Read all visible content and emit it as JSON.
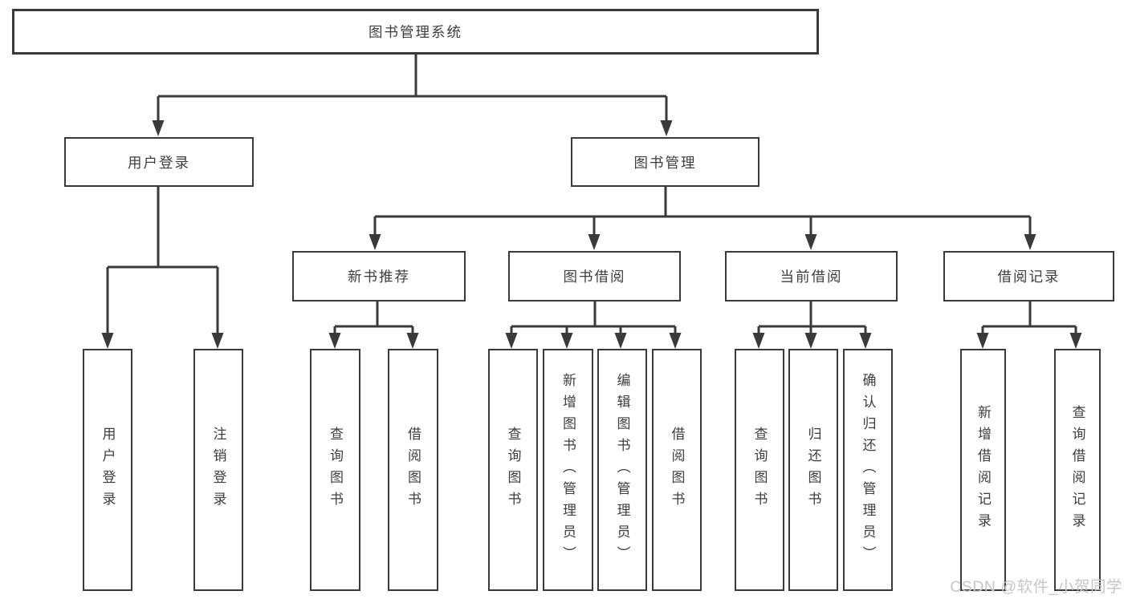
{
  "colors": {
    "line": "#3a3a3a",
    "text": "#3e3e3e",
    "background": "#ffffff",
    "watermark": "#c6c6cd"
  },
  "tree": {
    "root": {
      "label": "图书管理系统"
    },
    "branches": [
      {
        "label": "用户登录",
        "leaves": [
          {
            "label": "用户登录"
          },
          {
            "label": "注销登录"
          }
        ]
      },
      {
        "label": "图书管理",
        "sections": [
          {
            "label": "新书推荐",
            "leaves": [
              {
                "label": "查询图书"
              },
              {
                "label": "借阅图书"
              }
            ]
          },
          {
            "label": "图书借阅",
            "leaves": [
              {
                "label": "查询图书"
              },
              {
                "label": "新增图书（管理员）"
              },
              {
                "label": "编辑图书（管理员）"
              },
              {
                "label": "借阅图书"
              }
            ]
          },
          {
            "label": "当前借阅",
            "leaves": [
              {
                "label": "查询图书"
              },
              {
                "label": "归还图书"
              },
              {
                "label": "确认归还（管理员）"
              }
            ]
          },
          {
            "label": "借阅记录",
            "leaves": [
              {
                "label": "新增借阅记录"
              },
              {
                "label": "查询借阅记录"
              }
            ]
          }
        ]
      }
    ]
  },
  "watermark": {
    "text": "CSDN @软件_小贺同学"
  }
}
